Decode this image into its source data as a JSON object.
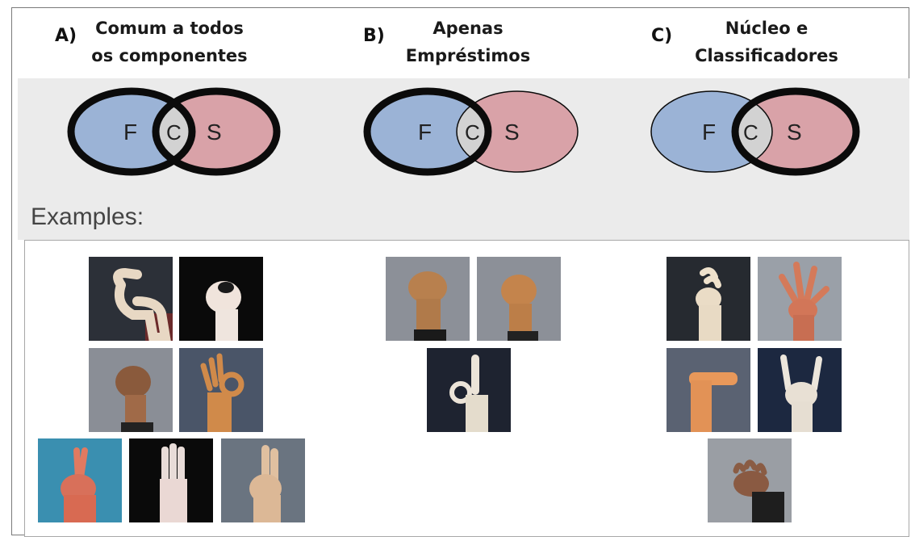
{
  "panels": [
    {
      "letter": "A)",
      "title": "Comum a todos\nos componentes",
      "venn": {
        "left_label": "F",
        "center_label": "C",
        "right_label": "S",
        "bold_outline": "both"
      }
    },
    {
      "letter": "B)",
      "title": "Apenas\nEmpréstimos",
      "venn": {
        "left_label": "F",
        "center_label": "C",
        "right_label": "S",
        "bold_outline": "left-only"
      }
    },
    {
      "letter": "C)",
      "title": "Núcleo e\nClassificadores",
      "venn": {
        "left_label": "F",
        "center_label": "C",
        "right_label": "S",
        "bold_outline": "right-only"
      }
    }
  ],
  "examples_label": "Examples:",
  "colors": {
    "f_fill": "#9bb3d6",
    "s_fill": "#d9a2a8",
    "c_fill": "#d2d2d2",
    "outline": "#0b0b0b",
    "band": "#ebebeb"
  },
  "photos": {
    "A": [
      "hand-c-shape",
      "hand-pinch",
      "hand-fist",
      "hand-ok",
      "hand-crossed-fingers",
      "hand-flat-thumb-in",
      "hand-two-fingers"
    ],
    "B": [
      "hand-fist-thumb-front",
      "hand-fist-thumb-side",
      "hand-index-up-ok"
    ],
    "C": [
      "hand-bent-fingers",
      "hand-spread-fingers",
      "hand-flat-horizontal",
      "hand-horns",
      "hand-claw"
    ]
  }
}
